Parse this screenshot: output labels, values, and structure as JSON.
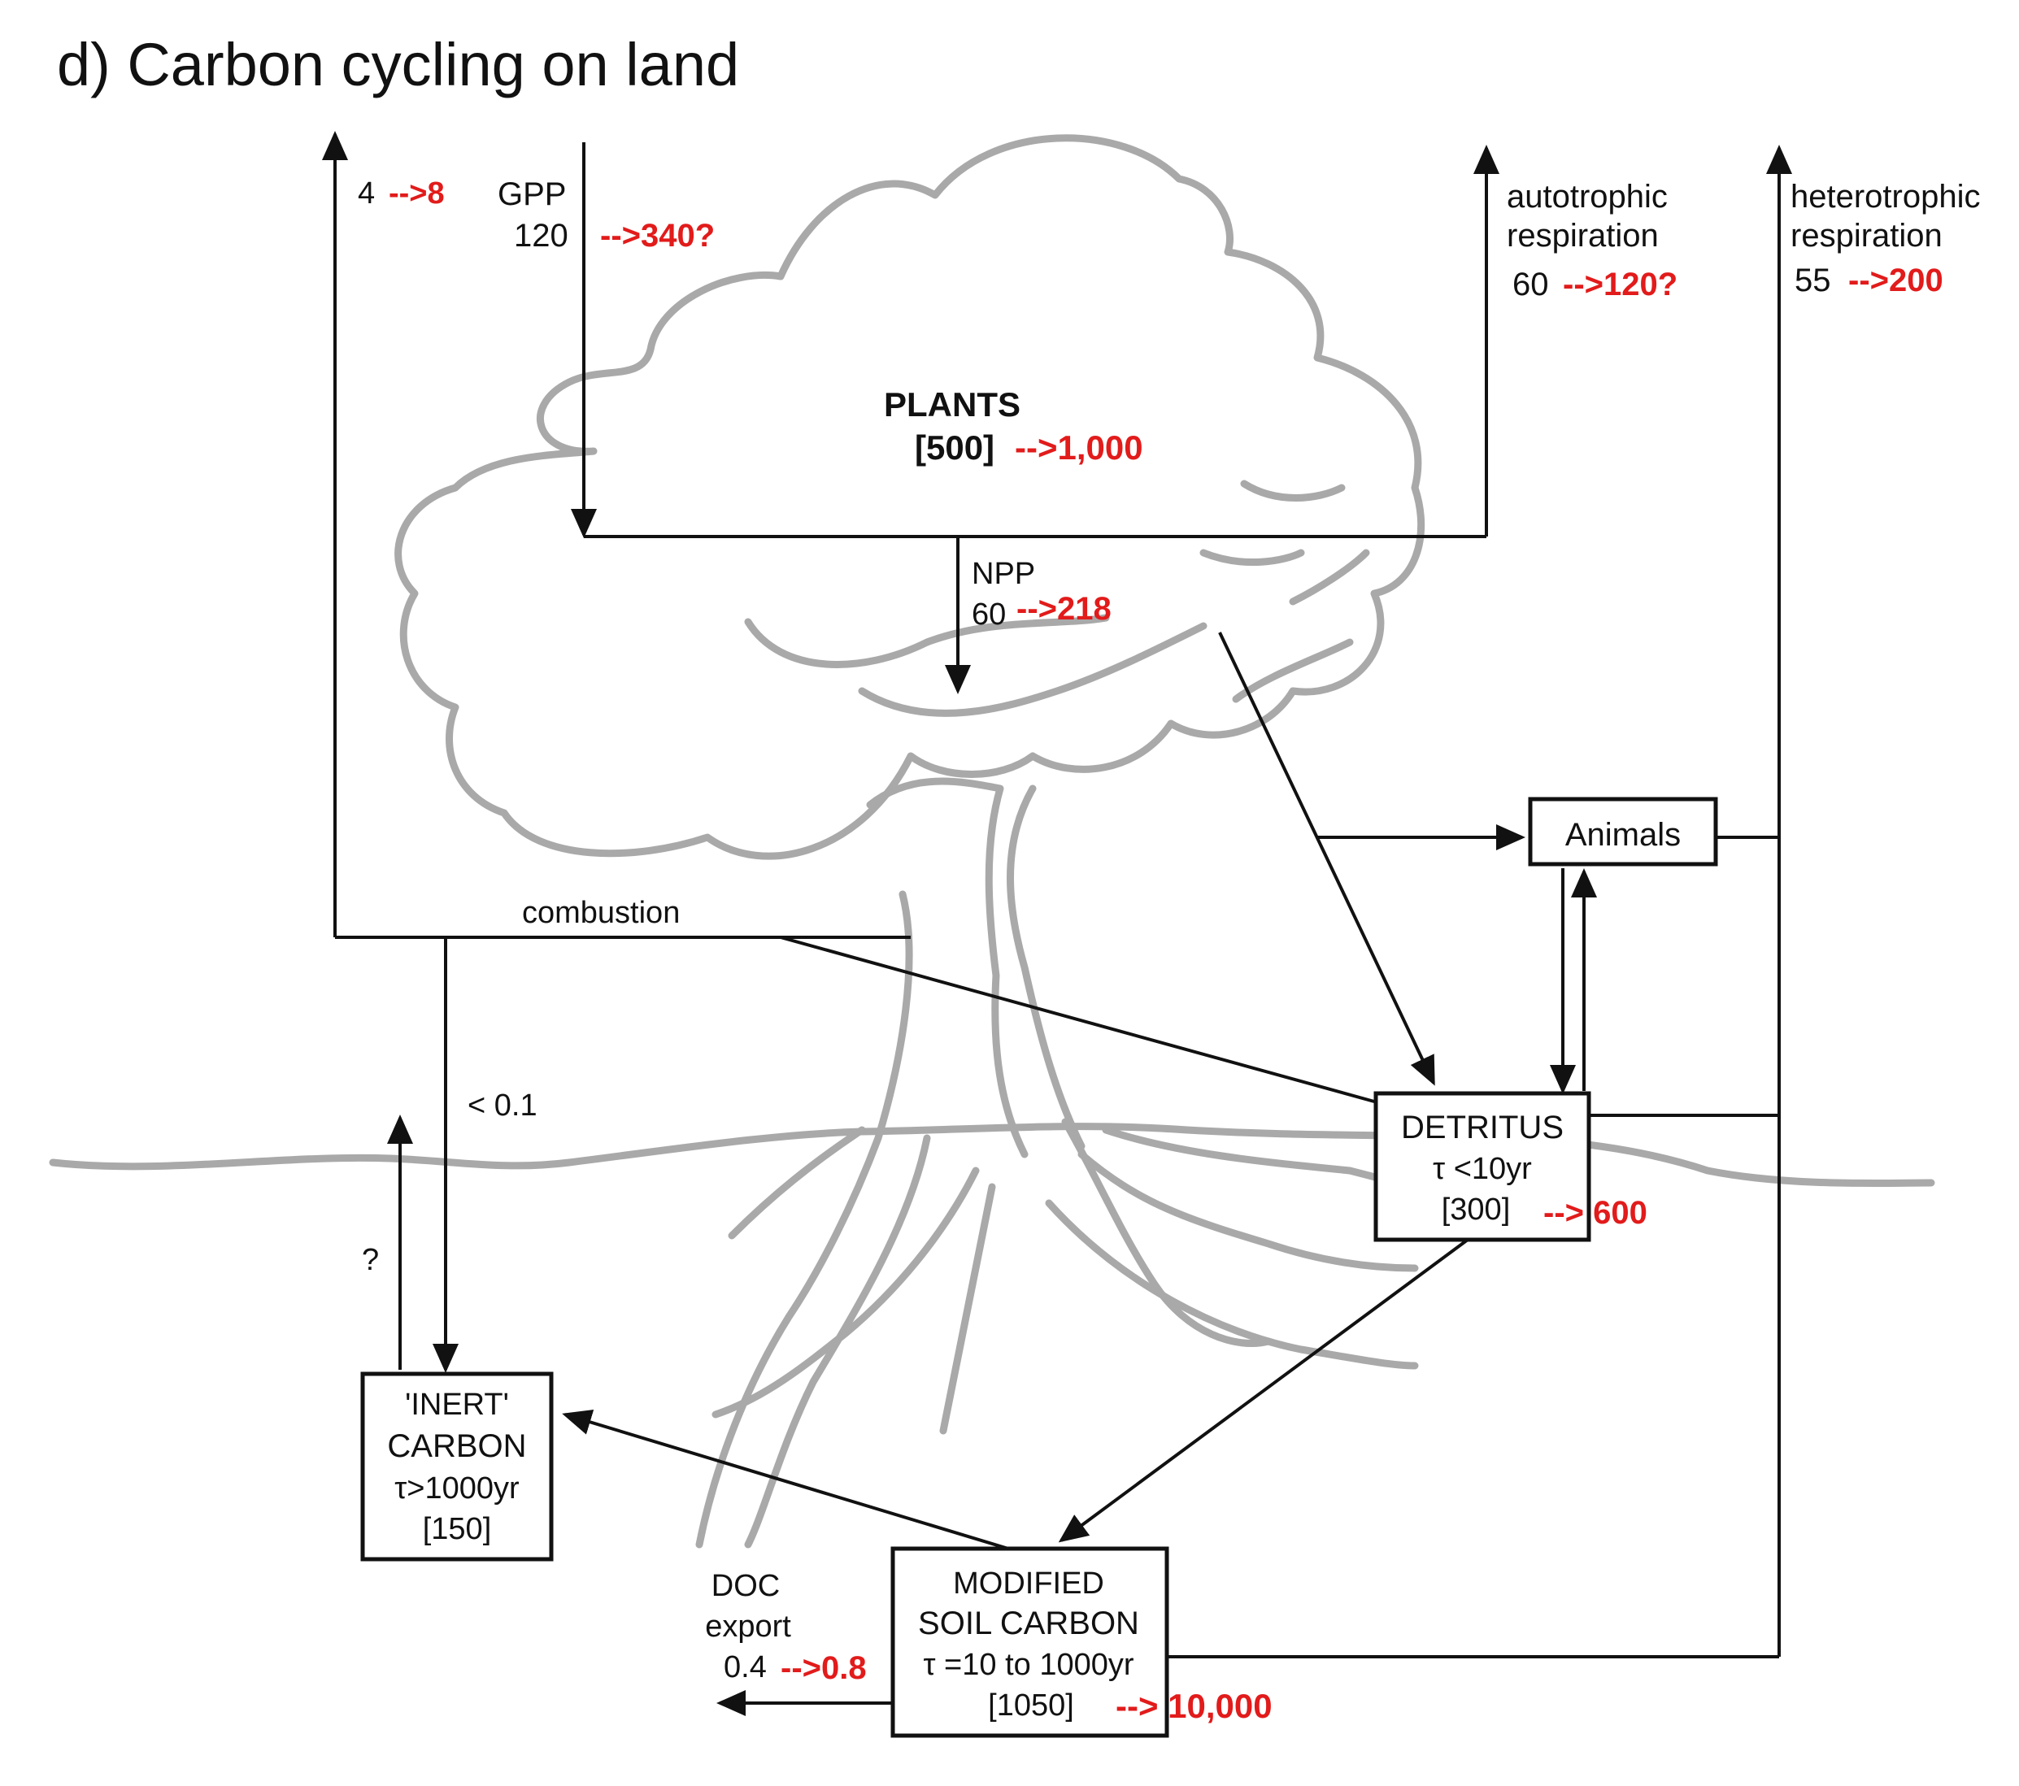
{
  "title": "d) Carbon cycling on land",
  "colors": {
    "black": "#111111",
    "red": "#e21b1b",
    "tree_gray": "#a9a9a9"
  },
  "labels": {
    "left_flux_value": "4",
    "left_flux_new": "-->8",
    "gpp_name": "GPP",
    "gpp_value": "120",
    "gpp_new": "-->340?",
    "auto_resp_line1": "autotrophic",
    "auto_resp_line2": "respiration",
    "auto_resp_value": "60",
    "auto_resp_new": "-->120?",
    "hetero_resp_line1": "heterotrophic",
    "hetero_resp_line2": "respiration",
    "hetero_resp_value": "55",
    "hetero_resp_new": "-->200",
    "plants_name": "PLANTS",
    "plants_value": "[500]",
    "plants_new": "-->1,000",
    "npp_name": "NPP",
    "npp_value": "60",
    "npp_new": "-->218",
    "animals": "Animals",
    "combustion": "combustion",
    "lt_flux": "< 0.1",
    "question": "?",
    "detritus_name": "DETRITUS",
    "detritus_tau": "τ <10yr",
    "detritus_value": "[300]",
    "detritus_new": "--> 600",
    "inert_line1": "'INERT'",
    "inert_line2": "CARBON",
    "inert_tau": "τ>1000yr",
    "inert_value": "[150]",
    "doc_line1": "DOC",
    "doc_line2": "export",
    "doc_value": "0.4",
    "doc_new": "-->0.8",
    "soil_line1": "MODIFIED",
    "soil_line2": "SOIL CARBON",
    "soil_tau": "τ =10 to 1000yr",
    "soil_value": "[1050]",
    "soil_new": "--> 10,000"
  }
}
